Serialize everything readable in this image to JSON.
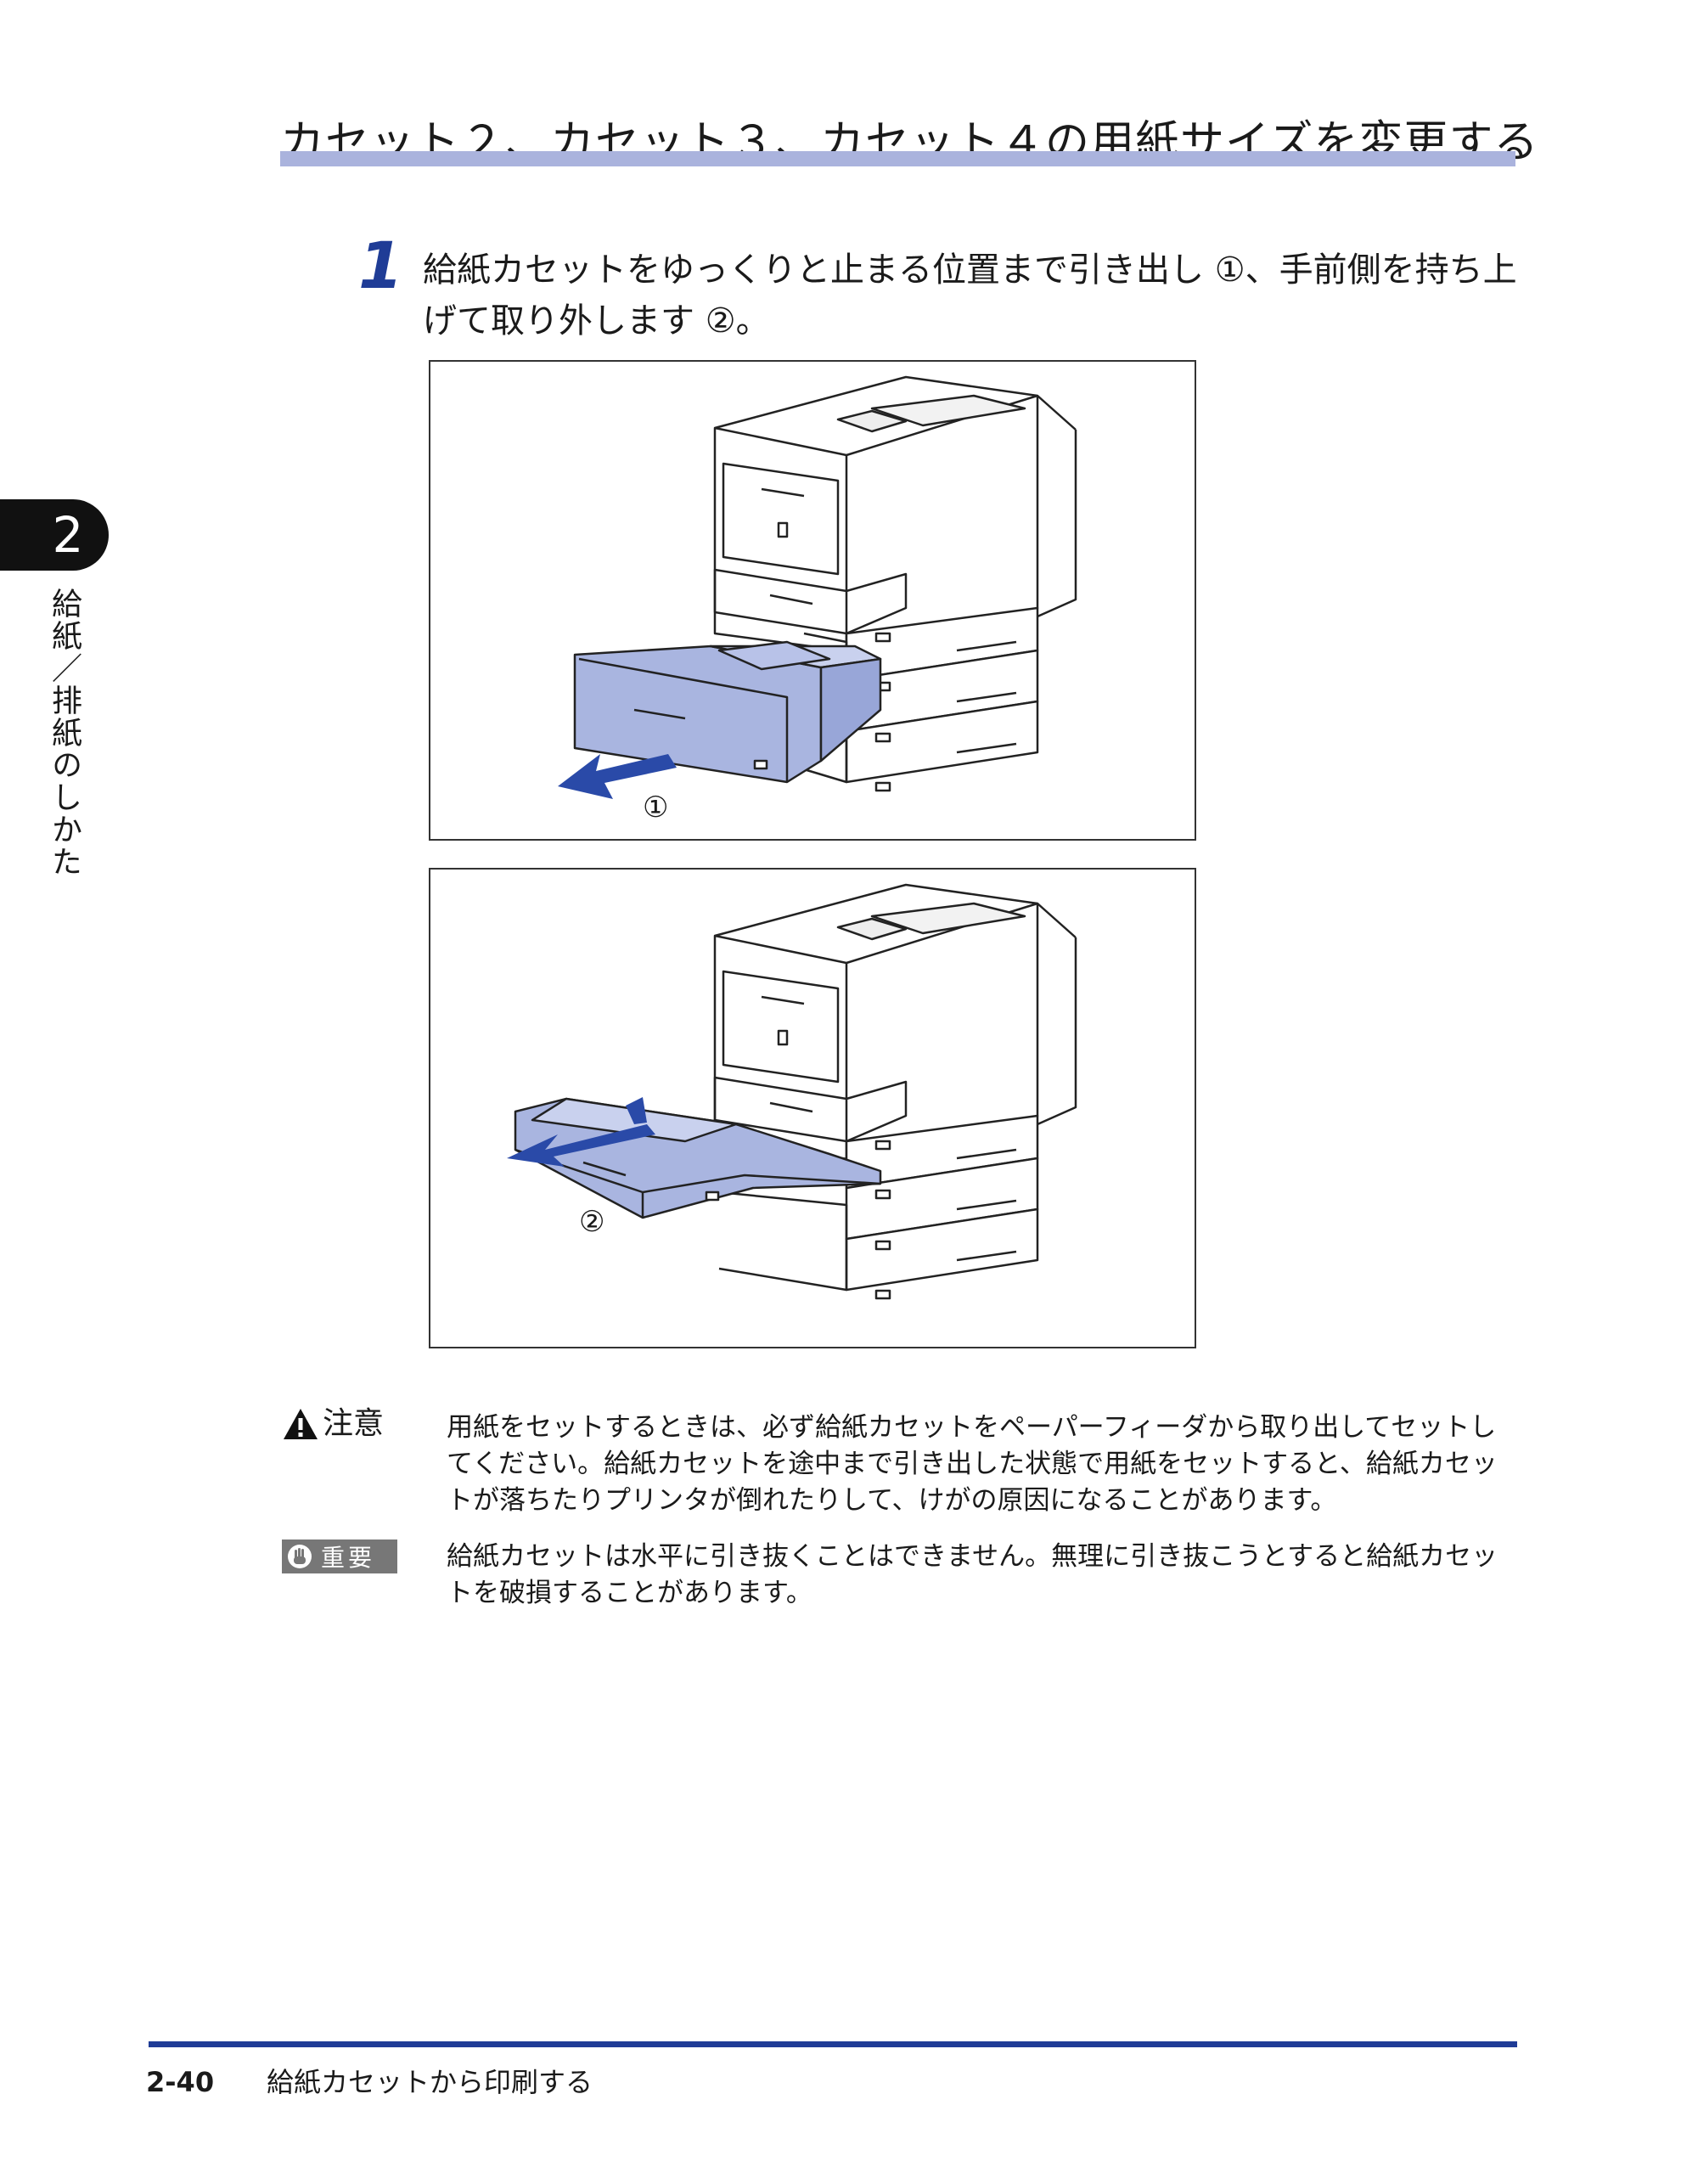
{
  "section": {
    "title": "カセット２、カセット３、カセット４の用紙サイズを変更する"
  },
  "step": {
    "number": "1",
    "line1": "給紙カセットをゆっくりと止まる位置まで引き出し ①、手前側を持ち上",
    "line2": "げて取り外します ②。"
  },
  "figures": {
    "fig1_callout": "①",
    "fig2_callout": "②"
  },
  "chapter": {
    "number": "2",
    "title": "給紙／排紙のしかた"
  },
  "caution": {
    "label": "注意",
    "line1": "用紙をセットするときは、必ず給紙カセットをペーパーフィーダから取り出してセットし",
    "line2": "てください。給紙カセットを途中まで引き出した状態で用紙をセットすると、給紙カセッ",
    "line3": "トが落ちたりプリンタが倒れたりして、けがの原因になることがあります。"
  },
  "important": {
    "label": "重要",
    "line1": "給紙カセットは水平に引き抜くことはできません。無理に引き抜こうとすると給紙カセッ",
    "line2": "トを破損することがあります。"
  },
  "footer": {
    "page_number": "2-40",
    "title": "給紙カセットから印刷する"
  },
  "colors": {
    "accent": "#1f3c96",
    "title_bar": "#aab3dd",
    "tray_fill": "#a9b5e0",
    "arrow": "#2a4aa8"
  }
}
